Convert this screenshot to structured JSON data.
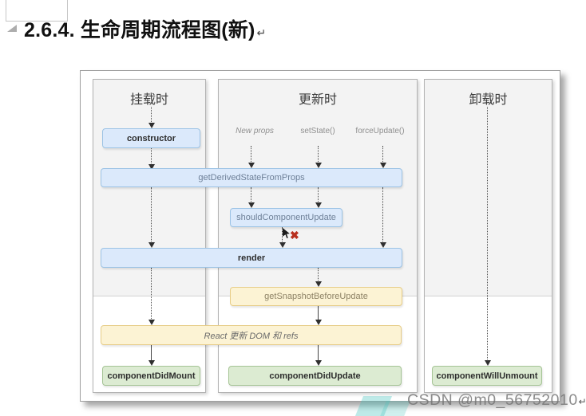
{
  "document": {
    "heading": "2.6.4. 生命周期流程图(新)",
    "paragraph_mark": "↵"
  },
  "diagram": {
    "columns": [
      {
        "title": "挂载时"
      },
      {
        "title": "更新时"
      },
      {
        "title": "卸载时"
      }
    ],
    "update_triggers": [
      {
        "label": "New props"
      },
      {
        "label": "setState()"
      },
      {
        "label": "forceUpdate()"
      }
    ],
    "nodes": {
      "constructor": "constructor",
      "get_derived_state_from_props": "getDerivedStateFromProps",
      "should_component_update": "shouldComponentUpdate",
      "render": "render",
      "get_snapshot_before_update": "getSnapshotBeforeUpdate",
      "react_updates_dom": "React 更新 DOM 和 refs",
      "component_did_mount": "componentDidMount",
      "component_did_update": "componentDidUpdate",
      "component_will_unmount": "componentWillUnmount"
    },
    "false_branch_mark": "✖",
    "colors": {
      "lifecycle_box_blue": "#dbe9fb",
      "lifecycle_box_blue_border": "#9cc3e5",
      "side_effect_box_yellow": "#fcf3d4",
      "side_effect_box_yellow_border": "#e7cd88",
      "commit_box_green": "#dcebd2",
      "commit_box_green_border": "#a5c495",
      "phase_top_bg": "#f3f3f3",
      "false_mark_red": "#b8301f"
    }
  },
  "watermark": {
    "text": "CSDN @m0_56752010",
    "paragraph_mark": "↵"
  }
}
